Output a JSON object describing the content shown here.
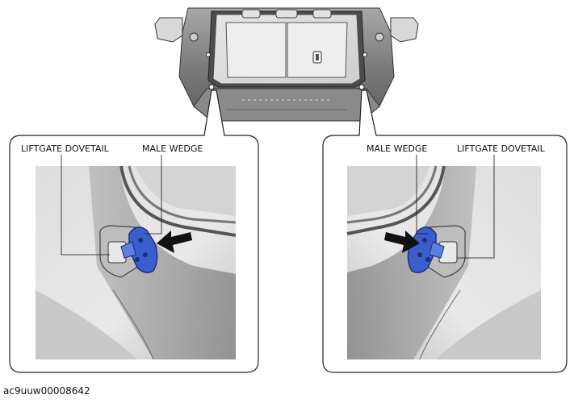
{
  "left_panel": {
    "label_dovetail": "LIFTGATE DOVETAIL",
    "label_wedge": "MALE WEDGE"
  },
  "right_panel": {
    "label_wedge": "MALE WEDGE",
    "label_dovetail": "LIFTGATE DOVETAIL"
  },
  "figure_id": "ac9uuw00008642",
  "colors": {
    "part_blue": "#3a5fcd",
    "part_blue_dark": "#1d2f7a"
  }
}
